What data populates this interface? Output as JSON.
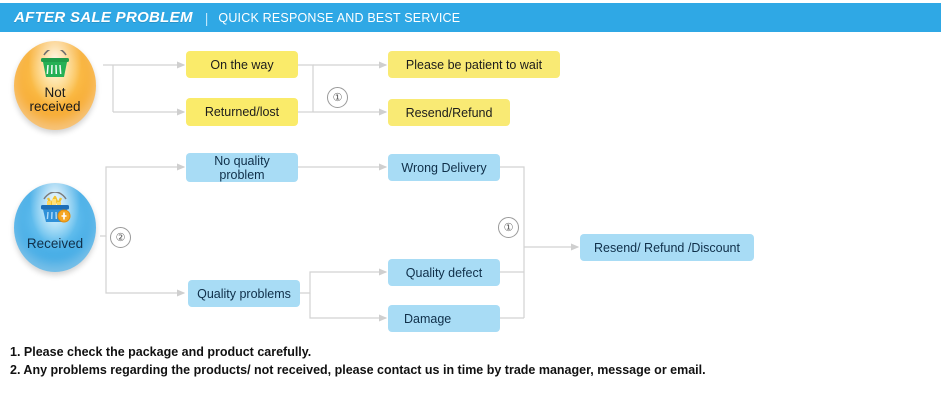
{
  "header": {
    "title": "AFTER SALE PROBLEM",
    "separator": "|",
    "subtitle": "QUICK RESPONSE AND BEST SERVICE",
    "bar_color": "#2fa8e5"
  },
  "flow": {
    "not_received": {
      "badge_label": "Not\nreceived",
      "badge_color": "#f7a82b",
      "icon": "shopping-basket-icon",
      "stage1": [
        {
          "label": "On the way"
        },
        {
          "label": "Returned/lost"
        }
      ],
      "marker": "①",
      "stage2": [
        {
          "label": "Please be patient to wait"
        },
        {
          "label": "Resend/Refund"
        }
      ],
      "node_color": "#faeb6a"
    },
    "received": {
      "badge_label": "Received",
      "badge_color": "#3aa7e4",
      "icon": "shopping-basket-filled-icon",
      "marker": "②",
      "stage1": [
        {
          "label": "No\nquality problem"
        },
        {
          "label": "Quality problems"
        }
      ],
      "stage2": [
        {
          "label": "Wrong Delivery"
        },
        {
          "label": "Quality defect"
        },
        {
          "label": "Damage"
        }
      ],
      "merge_marker": "①",
      "outcome": {
        "label": "Resend/ Refund /Discount"
      },
      "node_color": "#a8dcf5"
    }
  },
  "notes": [
    "1. Please check the package and product carefully.",
    "2. Any problems regarding the products/ not received, please contact us in time by trade manager, message or email."
  ],
  "wire_color": "#d2d2d2"
}
